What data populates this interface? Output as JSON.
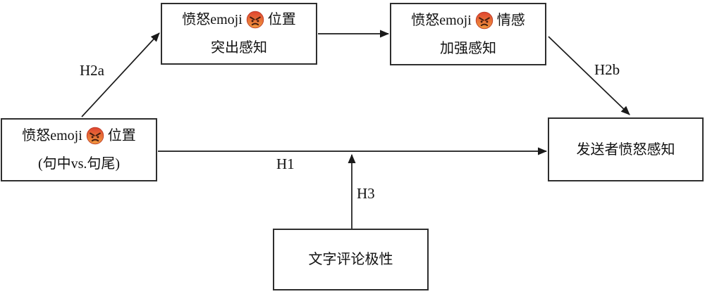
{
  "figure": {
    "type": "hypothesis-path-diagram",
    "boxes": {
      "anger_emoji_position": {
        "line1_prefix": "愤怒emoji",
        "line1_suffix": "位置",
        "line2": "(句中vs.句尾)"
      },
      "position_salience_perception": {
        "line1_prefix": "愤怒emoji",
        "line1_suffix": "位置",
        "line2": "突出感知"
      },
      "emotion_reinforcement_perception": {
        "line1_prefix": "愤怒emoji",
        "line1_suffix": "情感",
        "line2": "加强感知"
      },
      "sender_anger_perception": {
        "label": "发送者愤怒感知"
      },
      "text_comment_polarity": {
        "label": "文字评论极性"
      }
    },
    "path_labels": {
      "h2a": "H2a",
      "h2b": "H2b",
      "h1": "H1",
      "h3": "H3"
    },
    "icons": {
      "emoji": "angry-face-emoji"
    },
    "colors": {
      "line": "#1a1a1a",
      "box_border": "#2e2e2e",
      "emoji_top": "#df4430",
      "emoji_bottom": "#f0993e",
      "emoji_outline": "#bb3a26",
      "emoji_features": "#421c0e"
    }
  }
}
